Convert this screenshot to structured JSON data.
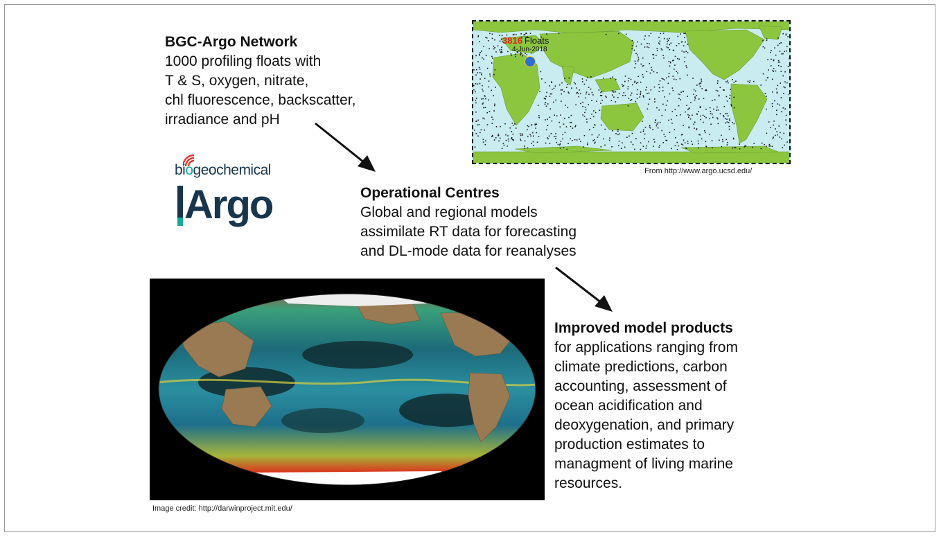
{
  "bgc": {
    "title": "BGC-Argo Network",
    "lines": [
      "1000 profiling floats with",
      "T & S, oxygen, nitrate,",
      "chl fluorescence, backscatter,",
      "irradiance and pH"
    ]
  },
  "map": {
    "count": "3816",
    "count_label": "Floats",
    "date": "4-Jun-2018",
    "credit": "From http://www.argo.ucsd.edu/",
    "land_color": "#8cc63f",
    "ocean_color": "#c9ecf1"
  },
  "logo": {
    "wordmark_prefix": "bi",
    "wordmark_mid": "o",
    "wordmark_suffix": "geochemical",
    "argo": "Argo",
    "brand_color": "#17364d",
    "accent_red": "#e03a2f",
    "accent_teal": "#1aa89a"
  },
  "ops": {
    "title": "Operational Centres",
    "lines": [
      "Global and regional models",
      "assimilate RT data for forecasting",
      "and DL-mode data for reanalyses"
    ]
  },
  "improved": {
    "title": "Improved model products",
    "lines": [
      "for applications ranging from",
      "climate predictions, carbon",
      "accounting, assessment of",
      "ocean acidification and",
      "deoxygenation, and primary",
      "production estimates to",
      "managment of living marine",
      "resources."
    ]
  },
  "darwin": {
    "credit": "Image credit: http://darwinproject.mit.edu/"
  }
}
